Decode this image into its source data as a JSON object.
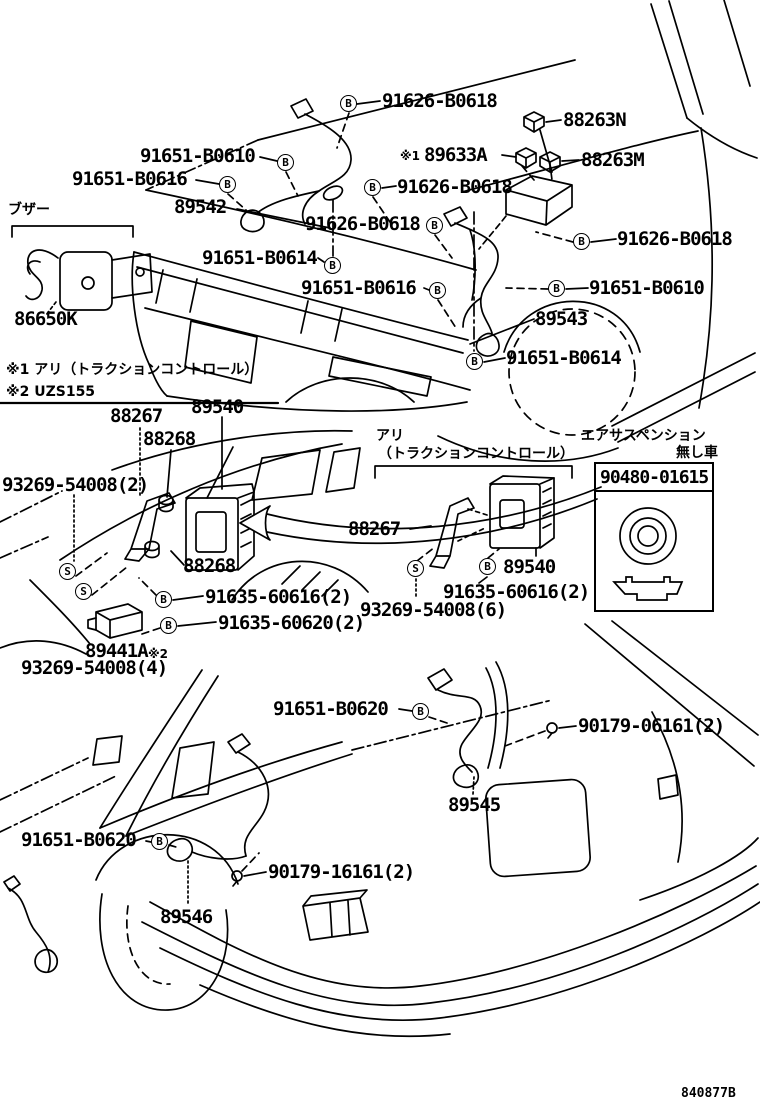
{
  "figure_code": "840877B",
  "markers": {
    "b": "B",
    "s": "S"
  },
  "captions": {
    "buzzer": "ブザー",
    "note1": "※1 アリ（トラクションコントロール）",
    "note2": "※2 UZS155",
    "note1_ref": "※1",
    "note2_ref": "※2",
    "tc_line1": "アリ",
    "tc_line2": "（トラクションコントロール）",
    "air_susp_line1": "エアサスペンション",
    "air_susp_line2": "無し車"
  },
  "inset": {
    "part_number": "90480-01615"
  },
  "parts": [
    {
      "text": "91626-B0618"
    },
    {
      "text": "88263N"
    },
    {
      "text": "89633A"
    },
    {
      "text": "88263M"
    },
    {
      "text": "91651-B0610"
    },
    {
      "text": "91651-B0616"
    },
    {
      "text": "89542"
    },
    {
      "text": "91626-B0618"
    },
    {
      "text": "91626-B0618"
    },
    {
      "text": "91651-B0614"
    },
    {
      "text": "91651-B0616"
    },
    {
      "text": "91626-B0618"
    },
    {
      "text": "91651-B0610"
    },
    {
      "text": "89543"
    },
    {
      "text": "91651-B0614"
    },
    {
      "text": "86650K"
    },
    {
      "text": "88267"
    },
    {
      "text": "89540"
    },
    {
      "text": "88268"
    },
    {
      "text": "93269-54008(2)"
    },
    {
      "text": "88268"
    },
    {
      "text": "91635-60616(2)"
    },
    {
      "text": "91635-60620(2)"
    },
    {
      "text": "89441A"
    },
    {
      "text": "93269-54008(4)"
    },
    {
      "text": "88267"
    },
    {
      "text": "89540"
    },
    {
      "text": "91635-60616(2)"
    },
    {
      "text": "93269-54008(6)"
    },
    {
      "text": "91651-B0620"
    },
    {
      "text": "90179-06161(2)"
    },
    {
      "text": "89545"
    },
    {
      "text": "91651-B0620"
    },
    {
      "text": "90179-16161(2)"
    },
    {
      "text": "89546"
    }
  ]
}
